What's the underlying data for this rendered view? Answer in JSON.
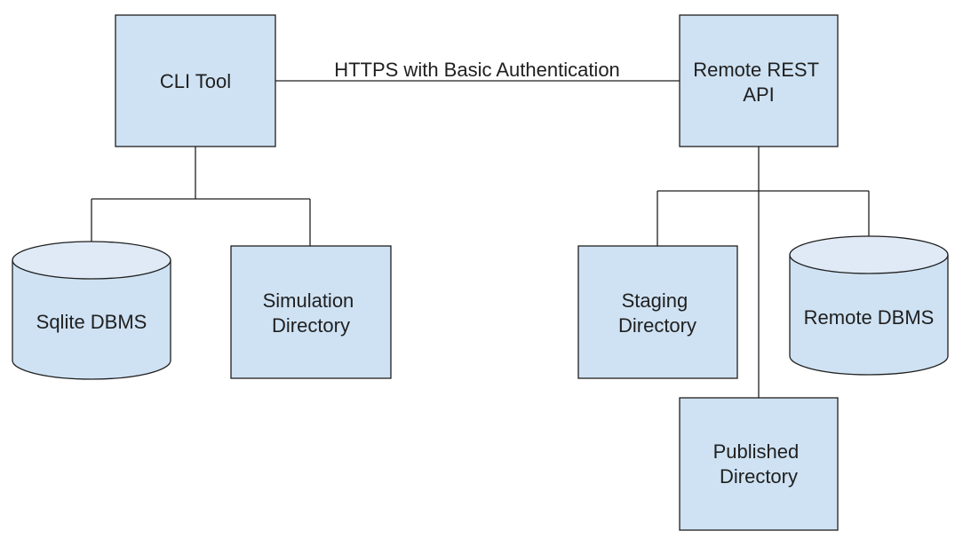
{
  "nodes": {
    "cli_tool": "CLI Tool",
    "remote_api": [
      "Remote REST",
      "API"
    ],
    "sqlite": "Sqlite DBMS",
    "simulation": [
      "Simulation",
      "Directory"
    ],
    "staging": [
      "Staging",
      "Directory"
    ],
    "remote_dbms": "Remote DBMS",
    "published": [
      "Published",
      "Directory"
    ]
  },
  "edges": {
    "cli_to_api": "HTTPS with Basic Authentication"
  },
  "colors": {
    "node_fill": "#cfe2f3",
    "stroke": "#1f1f1f"
  }
}
